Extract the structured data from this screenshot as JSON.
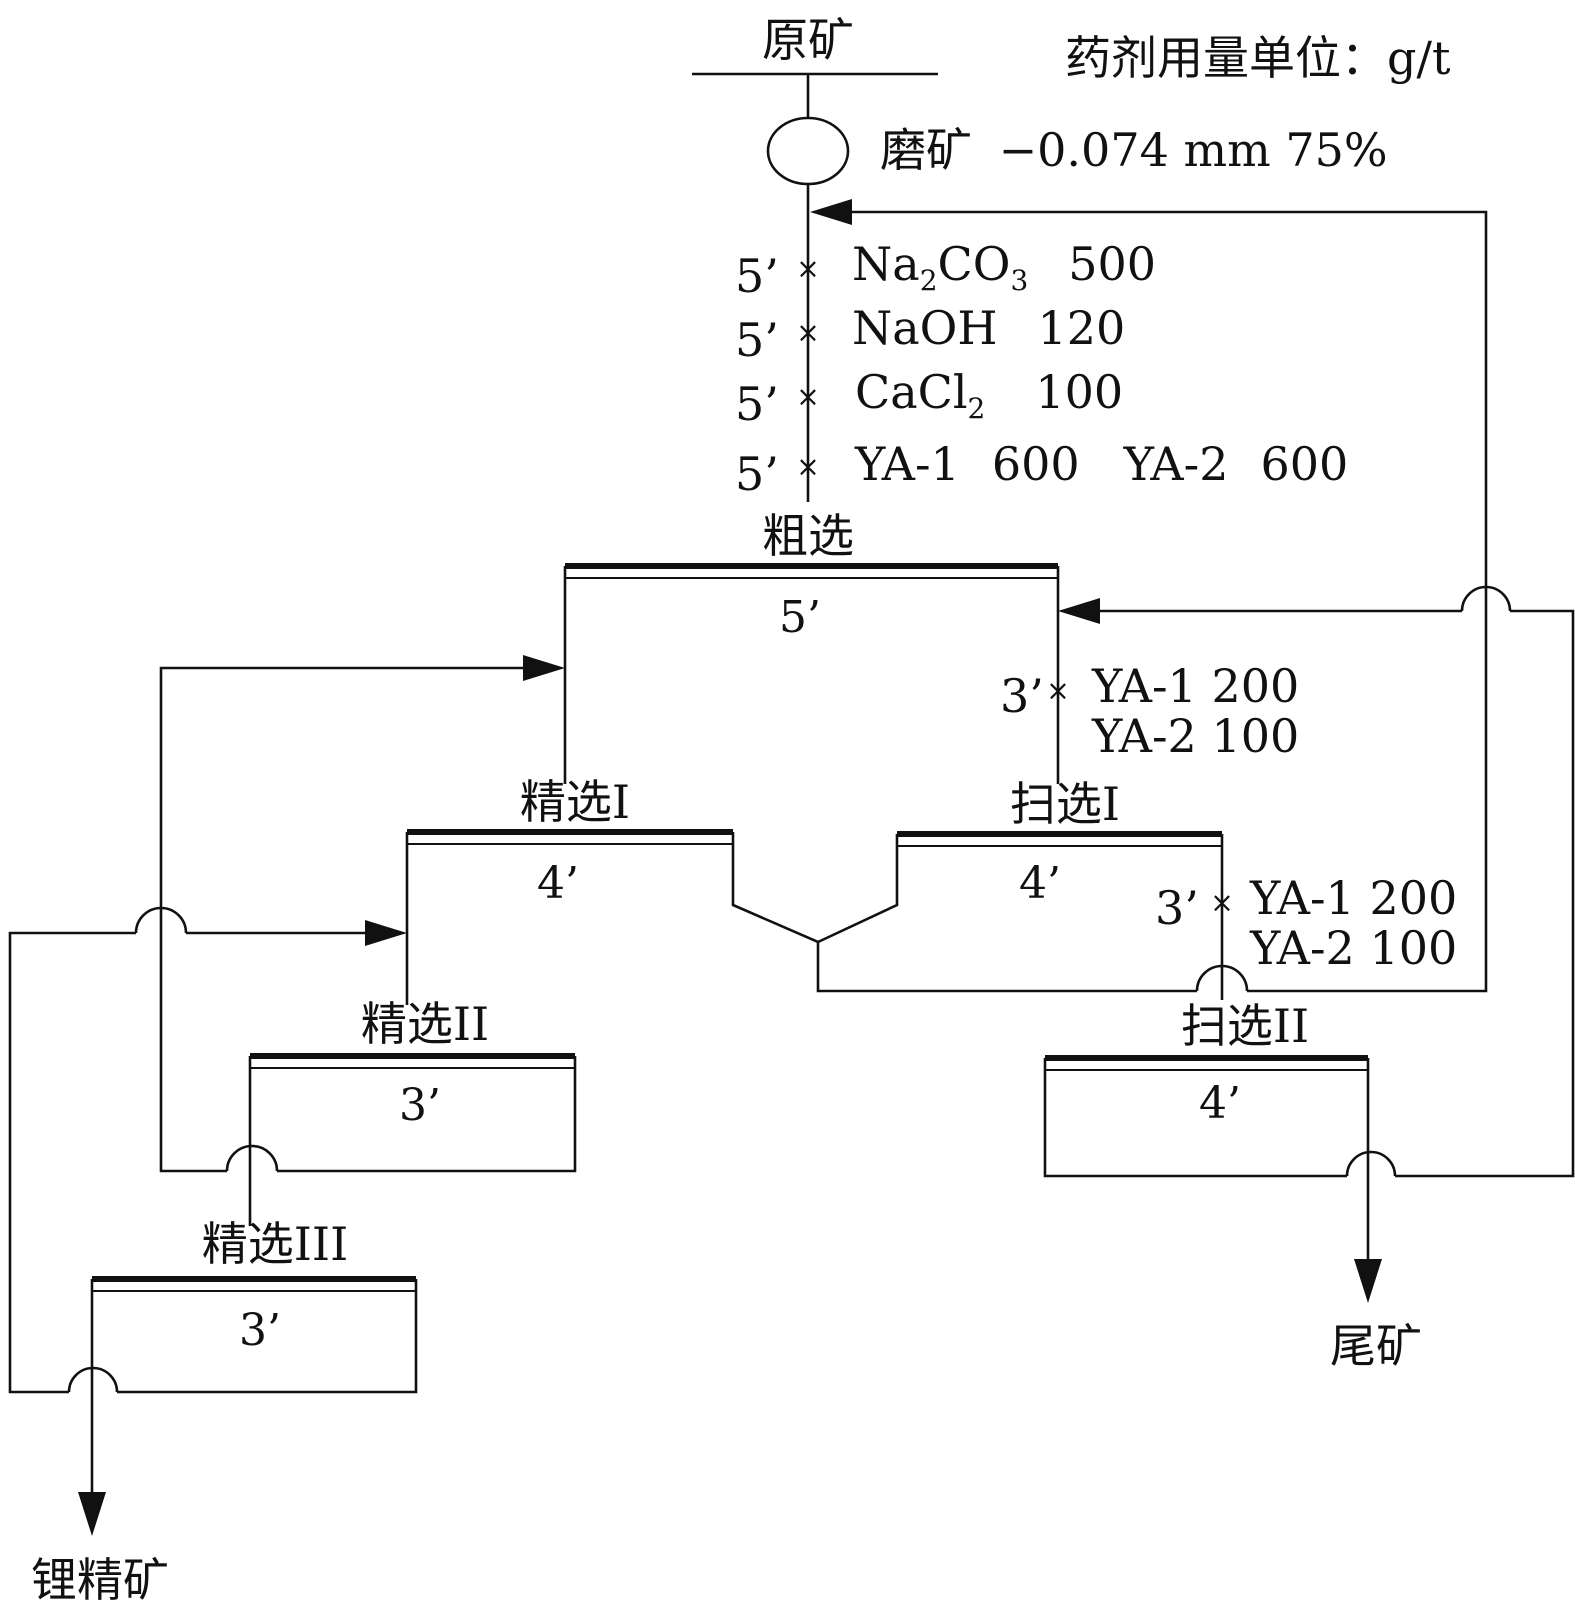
{
  "title": "原矿",
  "dosage_unit": "药剂用量单位：g/t",
  "grinding": {
    "label": "磨矿",
    "spec": "−0.074 mm 75%"
  },
  "reagents_rougher": [
    {
      "time": "5’",
      "name_main": "Na",
      "name_sub1": "2",
      "name_mid": "CO",
      "name_sub2": "3",
      "dose": "500"
    },
    {
      "time": "5’",
      "name": "NaOH",
      "dose": "120"
    },
    {
      "time": "5’",
      "name_main": "CaCl",
      "name_sub1": "2",
      "dose": "100"
    },
    {
      "time": "5’",
      "name": "YA-1",
      "dose": "600",
      "name2": "YA-2",
      "dose2": "600"
    }
  ],
  "stages": {
    "rougher": {
      "label": "粗选",
      "time": "5’"
    },
    "cleaner1": {
      "label": "精选I",
      "time": "4’"
    },
    "cleaner2": {
      "label": "精选II",
      "time": "3’"
    },
    "cleaner3": {
      "label": "精选III",
      "time": "3’"
    },
    "scavenger1": {
      "label": "扫选I",
      "time": "4’"
    },
    "scavenger2": {
      "label": "扫选II",
      "time": "4’"
    }
  },
  "reagents_scavenger1": {
    "time": "3’",
    "line1": "YA-1  200",
    "line2": "YA-2  100"
  },
  "reagents_scavenger2": {
    "time": "3’",
    "line1": "YA-1  200",
    "line2": "YA-2  100"
  },
  "products": {
    "concentrate": "锂精矿",
    "tailings": "尾矿"
  }
}
